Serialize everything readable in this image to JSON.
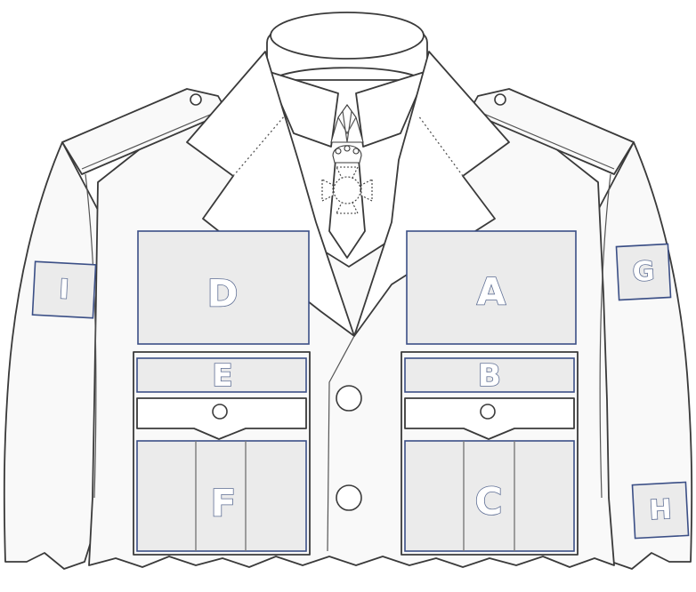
{
  "diagram": {
    "zones": [
      {
        "id": "A",
        "label": "A"
      },
      {
        "id": "B",
        "label": "B"
      },
      {
        "id": "C",
        "label": "C"
      },
      {
        "id": "D",
        "label": "D"
      },
      {
        "id": "E",
        "label": "E"
      },
      {
        "id": "F",
        "label": "F"
      },
      {
        "id": "G",
        "label": "G"
      },
      {
        "id": "H",
        "label": "H"
      },
      {
        "id": "I",
        "label": "I"
      }
    ],
    "colors": {
      "zone_fill": "#ebebeb",
      "zone_border": "#3b4f86",
      "label_outline": "#5f6f95",
      "garment_line": "#3a3a3a"
    },
    "icons": [
      "jacket-outline-icon",
      "collar-icon",
      "crown-icon",
      "cross-medal-icon",
      "button-icon",
      "pocket-icon"
    ]
  }
}
